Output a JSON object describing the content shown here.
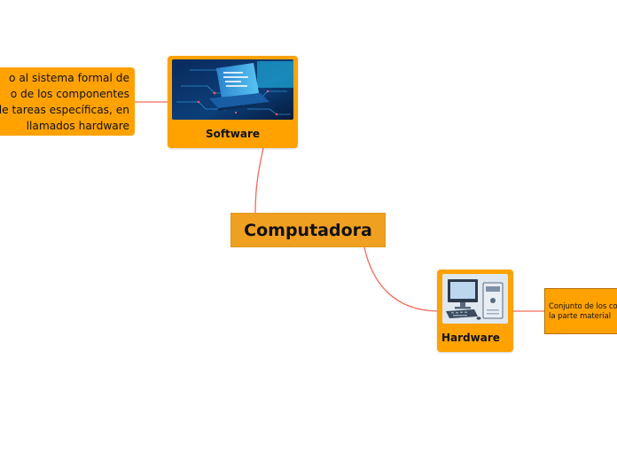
{
  "map": {
    "central_topic": "Computadora",
    "software": {
      "label": "Software",
      "image_icon": "software-circuit-laptop-illustration",
      "note_lines": [
        "o al sistema formal de",
        "o de los componentes",
        "de tareas específicas, en",
        "llamados hardware"
      ]
    },
    "hardware": {
      "label": "Hardware",
      "image_icon": "desktop-computer-illustration",
      "note_lines": [
        "Conjunto de los con",
        "la parte material"
      ]
    }
  },
  "colors": {
    "central_fill": "#f0a020",
    "node_fill": "#ffa200",
    "connector": "#f06a5a",
    "background": "#ffffff"
  }
}
